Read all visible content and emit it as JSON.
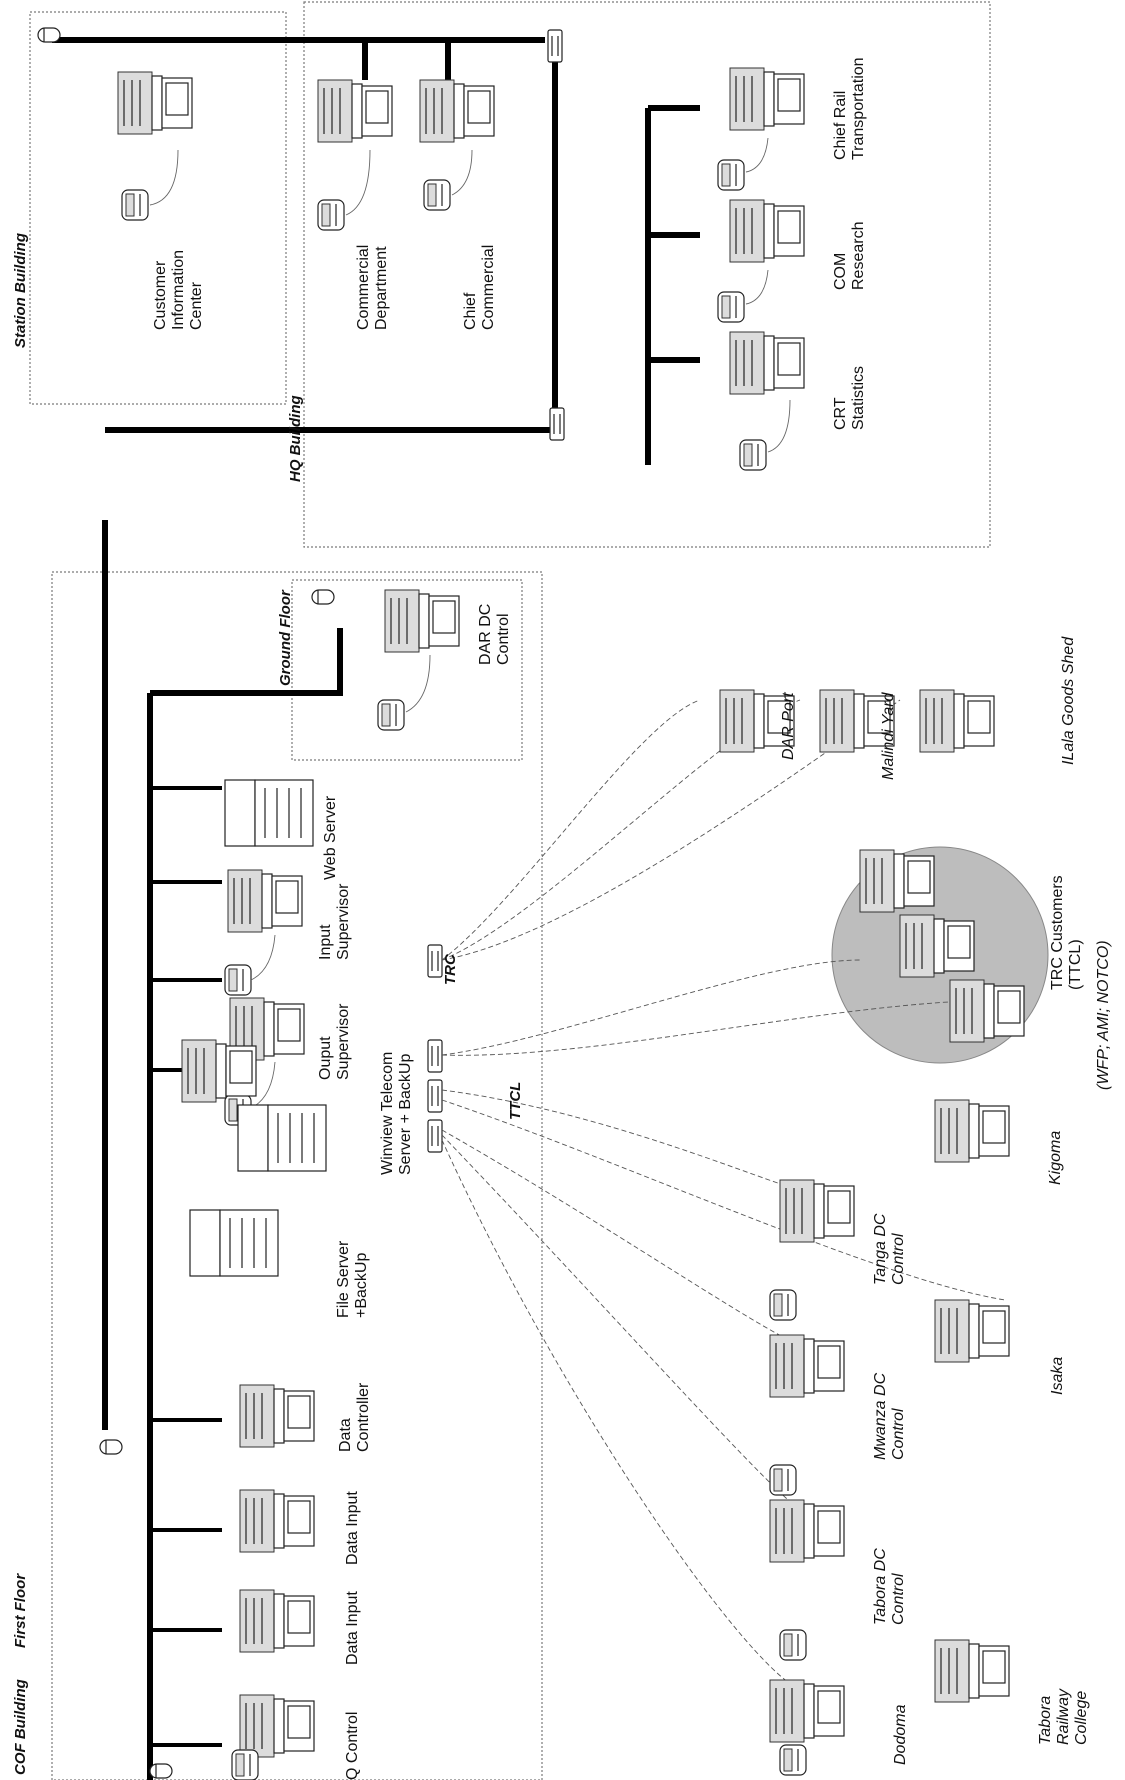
{
  "buildings": {
    "cof": "COF Building",
    "cof_floor": "First Floor",
    "ground_floor": "Ground Floor",
    "hq": "HQ Building",
    "station": "Station Building"
  },
  "nodes": {
    "q_control": "Q Control",
    "data_input_1": "Data Input",
    "data_input_2": "Data Input",
    "data_controller": [
      "Data",
      "Controller"
    ],
    "file_server": [
      "File Server",
      "+BackUp"
    ],
    "winview": [
      "Winview Telecom",
      "Server + BackUp"
    ],
    "ouput_supervisor": [
      "Ouput",
      "Supervisor"
    ],
    "input_supervisor": [
      "Input",
      "Supervisor"
    ],
    "web_server": "Web Server",
    "dar_dc_control": [
      "DAR DC",
      "Control"
    ],
    "customer_info": [
      "Customer",
      "Information",
      "Center"
    ],
    "commercial_dept": [
      "Commercial",
      "Department"
    ],
    "chief_commercial": [
      "Chief",
      "Commercial"
    ],
    "crt_statistics": [
      "CRT",
      "Statistics"
    ],
    "com_research": [
      "COM",
      "Research"
    ],
    "chief_rail": [
      "Chief Rail",
      "Transportation"
    ]
  },
  "links": {
    "trc": "TRC",
    "ttcl": "TTCL"
  },
  "remote_sites": {
    "dar_port": "DAR Port",
    "malindi_yard": "Malindi Yard",
    "ilala_goods_shed": "ILala Goods Shed",
    "trc_customers": [
      "TRC Customers",
      "(TTCL)"
    ],
    "customers_note": "(WFP; AMI; NOTCO)",
    "kigoma": "Kigoma",
    "tanga": [
      "Tanga DC",
      "Control"
    ],
    "isaka": "Isaka",
    "mwanza": [
      "Mwanza DC",
      "Control"
    ],
    "tabora": [
      "Tabora DC",
      "Control"
    ],
    "dodoma": "Dodoma",
    "tabora_college": [
      "Tabora",
      "Railway",
      "College"
    ]
  }
}
